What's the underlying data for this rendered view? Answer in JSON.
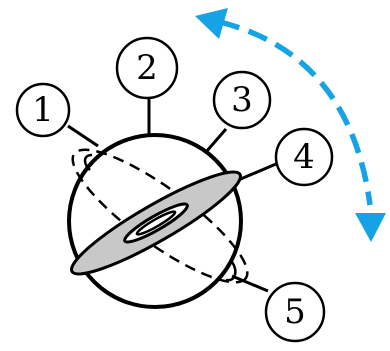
{
  "callouts": [
    {
      "id": "1",
      "label": "1"
    },
    {
      "id": "2",
      "label": "2"
    },
    {
      "id": "3",
      "label": "3"
    },
    {
      "id": "4",
      "label": "4"
    },
    {
      "id": "5",
      "label": "5"
    }
  ],
  "colors": {
    "stroke": "#000000",
    "background": "#ffffff",
    "disc_fill": "#c8c8c8",
    "arrow": "#16a3e6"
  },
  "icons": {
    "rotation_arrow": "curved-double-headed-arrow-icon"
  }
}
